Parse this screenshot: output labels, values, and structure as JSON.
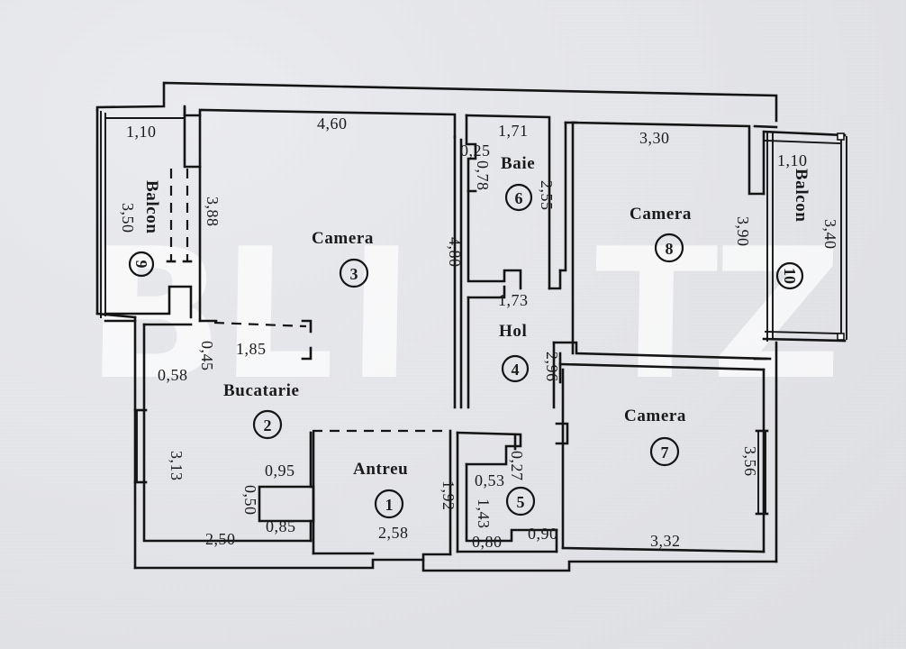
{
  "document": {
    "type": "apartment-floor-plan",
    "language": "ro",
    "watermark": "BLITZ",
    "background_color": "#e3e4e8",
    "ink_color": "#141414"
  },
  "rooms": [
    {
      "id": 9,
      "name": "Balcon",
      "number": "9",
      "dims": [
        "1,10",
        "3,50",
        "3,88"
      ]
    },
    {
      "id": 3,
      "name": "Camera",
      "number": "3",
      "dims": [
        "4,60"
      ]
    },
    {
      "id": 6,
      "name": "Baie",
      "number": "6",
      "dims": [
        "1,71",
        "0,25",
        "0,78",
        "2,55",
        "4,80"
      ]
    },
    {
      "id": 8,
      "name": "Camera",
      "number": "8",
      "dims": [
        "3,30",
        "3,90"
      ]
    },
    {
      "id": 10,
      "name": "Balcon",
      "number": "10",
      "dims": [
        "1,10",
        "3,40"
      ]
    },
    {
      "id": 4,
      "name": "Hol",
      "number": "4",
      "dims": [
        "1,73",
        "2,96"
      ]
    },
    {
      "id": 2,
      "name": "Bucatarie",
      "number": "2",
      "dims": [
        "0,58",
        "0,45",
        "1,85",
        "3,13",
        "2,50",
        "0,95",
        "0,50",
        "0,85"
      ]
    },
    {
      "id": 1,
      "name": "Antreu",
      "number": "1",
      "dims": [
        "2,58",
        "1,92"
      ]
    },
    {
      "id": 5,
      "name": "",
      "number": "5",
      "dims": [
        "0,53",
        "0,27",
        "1,43",
        "0,80",
        "0,90"
      ]
    },
    {
      "id": 7,
      "name": "Camera",
      "number": "7",
      "dims": [
        "3,56",
        "3,32"
      ]
    }
  ],
  "labels": {
    "balcon_left": "Balcon",
    "balcon_right": "Balcon",
    "camera_3": "Camera",
    "camera_7": "Camera",
    "camera_8": "Camera",
    "baie": "Baie",
    "hol": "Hol",
    "bucatarie": "Bucatarie",
    "antreu": "Antreu"
  },
  "numbers": {
    "n1": "1",
    "n2": "2",
    "n3": "3",
    "n4": "4",
    "n5": "5",
    "n6": "6",
    "n7": "7",
    "n8": "8",
    "n9": "9",
    "n10": "10"
  },
  "dimensions": {
    "d_110_left": "1,10",
    "d_350": "3,50",
    "d_388": "3,88",
    "d_460": "4,60",
    "d_171": "1,71",
    "d_025": "0,25",
    "d_078": "0,78",
    "d_255": "2,55",
    "d_330": "3,30",
    "d_110_right": "1,10",
    "d_390": "3,90",
    "d_340": "3,40",
    "d_480": "4,80",
    "d_173": "1,73",
    "d_296": "2,96",
    "d_045": "0,45",
    "d_185": "1,85",
    "d_058": "0,58",
    "d_313": "3,13",
    "d_250": "2,50",
    "d_095": "0,95",
    "d_050": "0,50",
    "d_085": "0,85",
    "d_258": "2,58",
    "d_192": "1,92",
    "d_053": "0,53",
    "d_027": "0,27",
    "d_143": "1,43",
    "d_080": "0,80",
    "d_090": "0,90",
    "d_356": "3,56",
    "d_332": "3,32"
  },
  "watermark": {
    "text": "BLITZ",
    "letters": [
      "B",
      "L",
      "I",
      "T",
      "Z"
    ]
  }
}
